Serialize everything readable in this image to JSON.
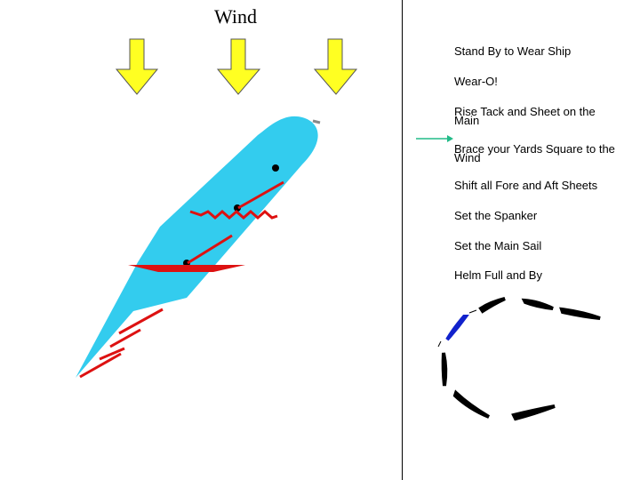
{
  "wind_label": "Wind",
  "colors": {
    "wind_arrow": "#ffff22",
    "hull": "#33ccee",
    "yard": "#dd1111",
    "pointer_arrow": "#22bb88",
    "highlight_step": "#1122cc",
    "step_segment": "#000000"
  },
  "icons": {
    "wind_arrows": "down-arrow-icon",
    "current_step_pointer": "right-arrow-icon"
  },
  "steps": [
    {
      "line1": "Stand By to Wear Ship",
      "line2": ""
    },
    {
      "line1": "Wear-O!",
      "line2": ""
    },
    {
      "line1": "Rise Tack and Sheet on the",
      "line2": "Main"
    },
    {
      "line1": "Brace your Yards Square to the",
      "line2": "Wind"
    },
    {
      "line1": "Shift all Fore and Aft Sheets",
      "line2": ""
    },
    {
      "line1": "Set the Spanker",
      "line2": ""
    },
    {
      "line1": "Set the Main Sail",
      "line2": ""
    },
    {
      "line1": "Helm Full and By",
      "line2": ""
    }
  ],
  "current_step_index": 3,
  "progress_ring": {
    "segment_count": 8,
    "highlighted_segment": 1
  }
}
